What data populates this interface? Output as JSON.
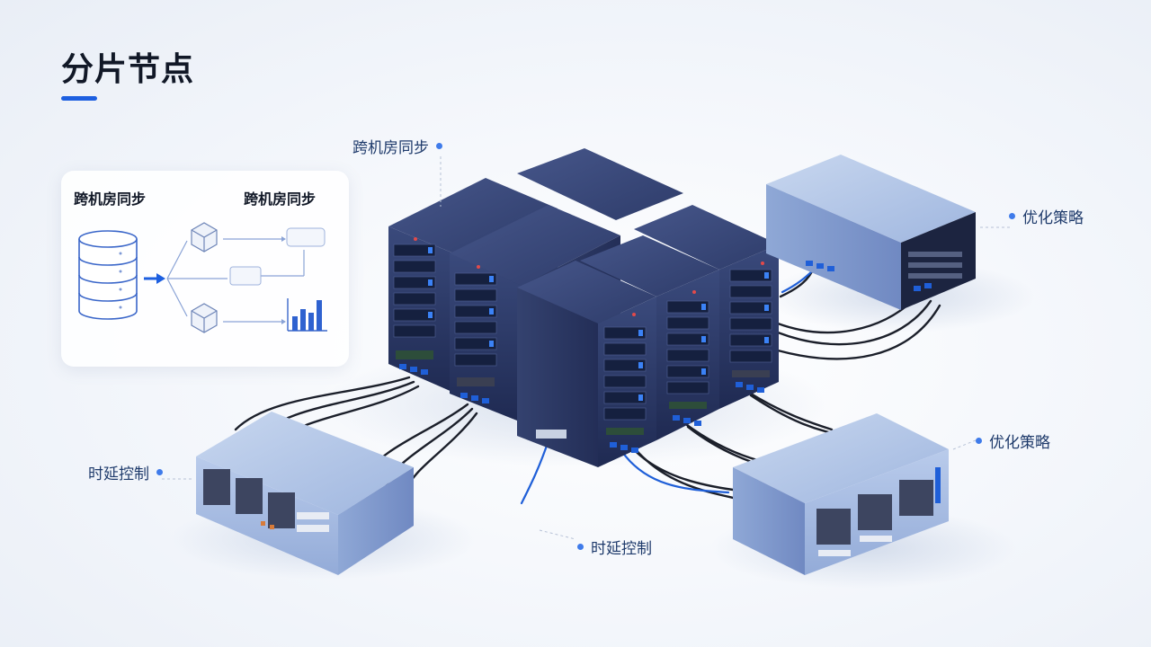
{
  "header": {
    "title": "分片节点"
  },
  "panel": {
    "left_title": "跨机房同步",
    "right_title": "跨机房同步"
  },
  "callouts": {
    "top": "跨机房同步",
    "right_top": "优化策略",
    "right_bottom": "优化策略",
    "left_bottom": "时延控制",
    "bottom": "时延控制"
  },
  "colors": {
    "accent": "#1d5fe0",
    "server_dark": "#2b3a66",
    "server_light": "#a9bfe2",
    "cable": "#1b1f2a",
    "cable_blue": "#1f5fd8"
  }
}
